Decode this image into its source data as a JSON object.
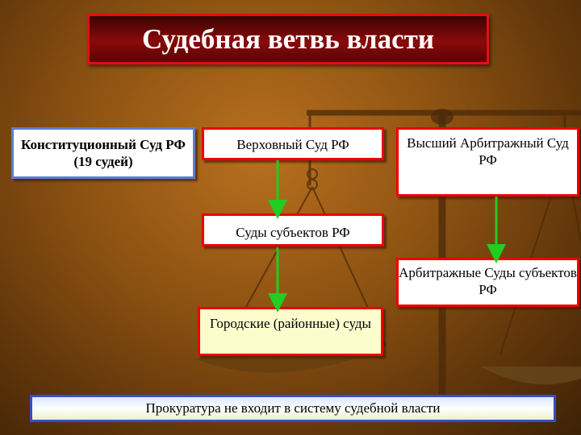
{
  "title": "Судебная  ветвь власти",
  "boxes": {
    "constitutional_court": "Конституционный Суд РФ (19 судей)",
    "supreme_court": "Верховный Суд РФ",
    "higher_arbitration_court": "Высший Арбитражный  Суд РФ",
    "subject_courts": "Суды субъектов  РФ",
    "arbitration_subject_courts": "Арбитражные Суды субъектов РФ",
    "city_courts": "Городские (районные) суды"
  },
  "footer": "Прокуратура не входит в  систему судебной власти",
  "colors": {
    "arrow": "#22cc22",
    "box_border": "#e00000",
    "title_bg": "#7a0707",
    "footer_border": "#3a4cc8"
  }
}
